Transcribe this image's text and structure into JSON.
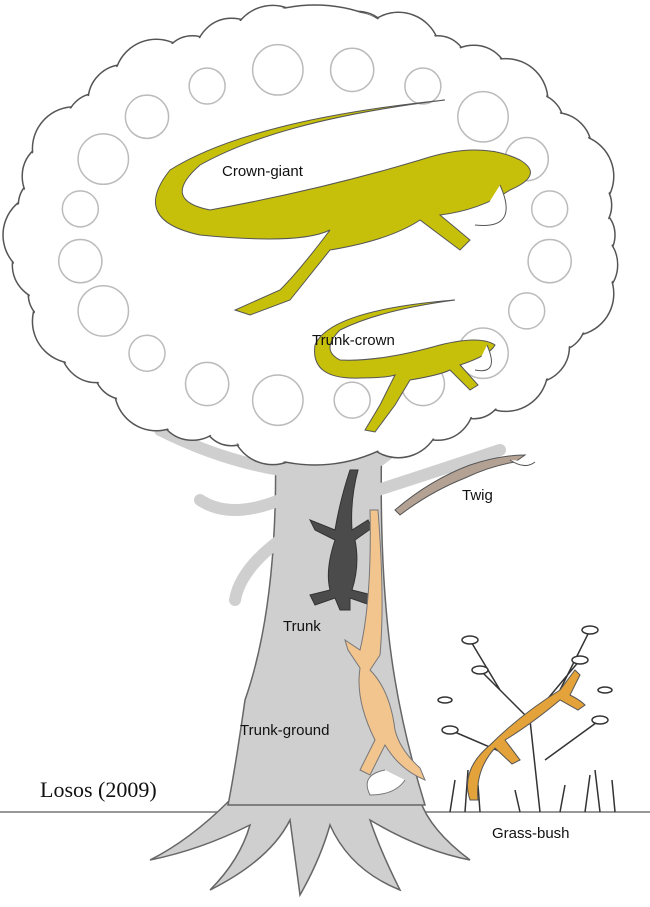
{
  "labels": {
    "crown_giant": "Crown-giant",
    "trunk_crown": "Trunk-crown",
    "twig": "Twig",
    "trunk": "Trunk",
    "trunk_ground": "Trunk-ground",
    "grass_bush": "Grass-bush"
  },
  "citation": "Losos (2009)",
  "colors": {
    "crown_giant": "#c6c00a",
    "trunk_crown": "#c6c00a",
    "twig": "#b3a294",
    "trunk": "#4b4b4b",
    "trunk_ground": "#f2c48e",
    "grass_bush": "#e3a23a",
    "tree": "#cfcfcf"
  }
}
